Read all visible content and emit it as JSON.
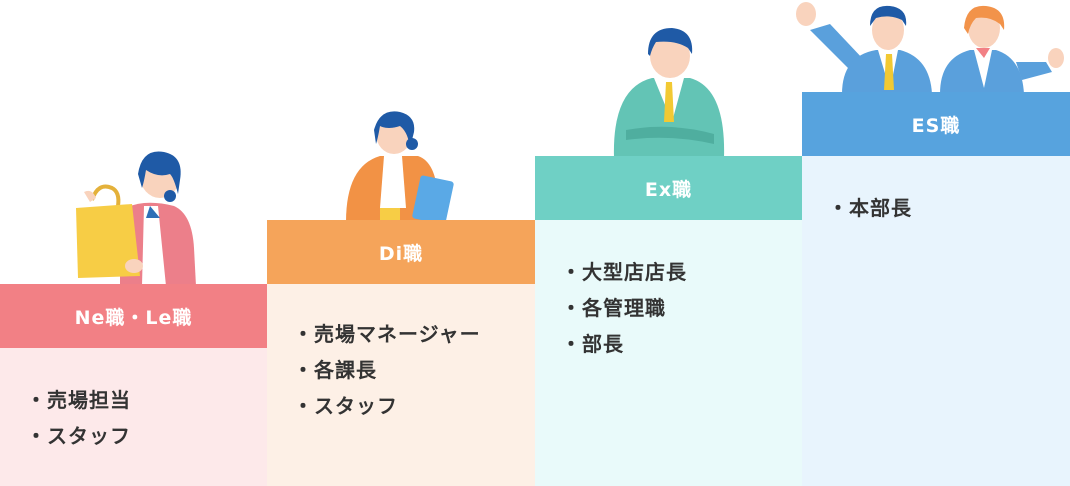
{
  "steps": [
    {
      "title": "Ne職・Le職",
      "items": [
        "売場担当",
        "スタッフ"
      ],
      "color": "#f28085",
      "bg": "#fde9ea"
    },
    {
      "title": "Di職",
      "items": [
        "売場マネージャー",
        "各課長",
        "スタッフ"
      ],
      "color": "#f5a45a",
      "bg": "#fdf0e6"
    },
    {
      "title": "Ex職",
      "items": [
        "大型店店長",
        "各管理職",
        "部長"
      ],
      "color": "#6fd0c5",
      "bg": "#e9fafa"
    },
    {
      "title": "ES職",
      "items": [
        "本部長"
      ],
      "color": "#57a3de",
      "bg": "#e8f4fd"
    }
  ]
}
